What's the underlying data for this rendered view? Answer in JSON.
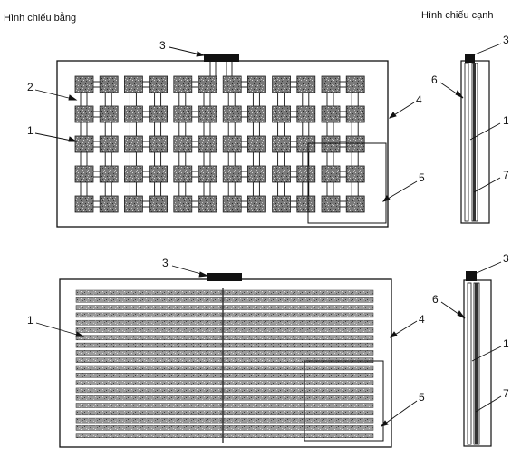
{
  "titles": {
    "plan_view": "Hình chiếu bằng",
    "side_view": "Hình chiếu cạnh"
  },
  "callouts": {
    "one": "1",
    "two": "2",
    "three": "3",
    "four": "4",
    "five": "5",
    "six": "6",
    "seven": "7"
  },
  "grid": {
    "columns": 12,
    "rows": 5
  },
  "strips": {
    "count": 20
  },
  "colors": {
    "line": "#111111",
    "cell_fill": "#8a8a8a",
    "strip_fill": "#9a9a9a",
    "connector": "#111111"
  }
}
